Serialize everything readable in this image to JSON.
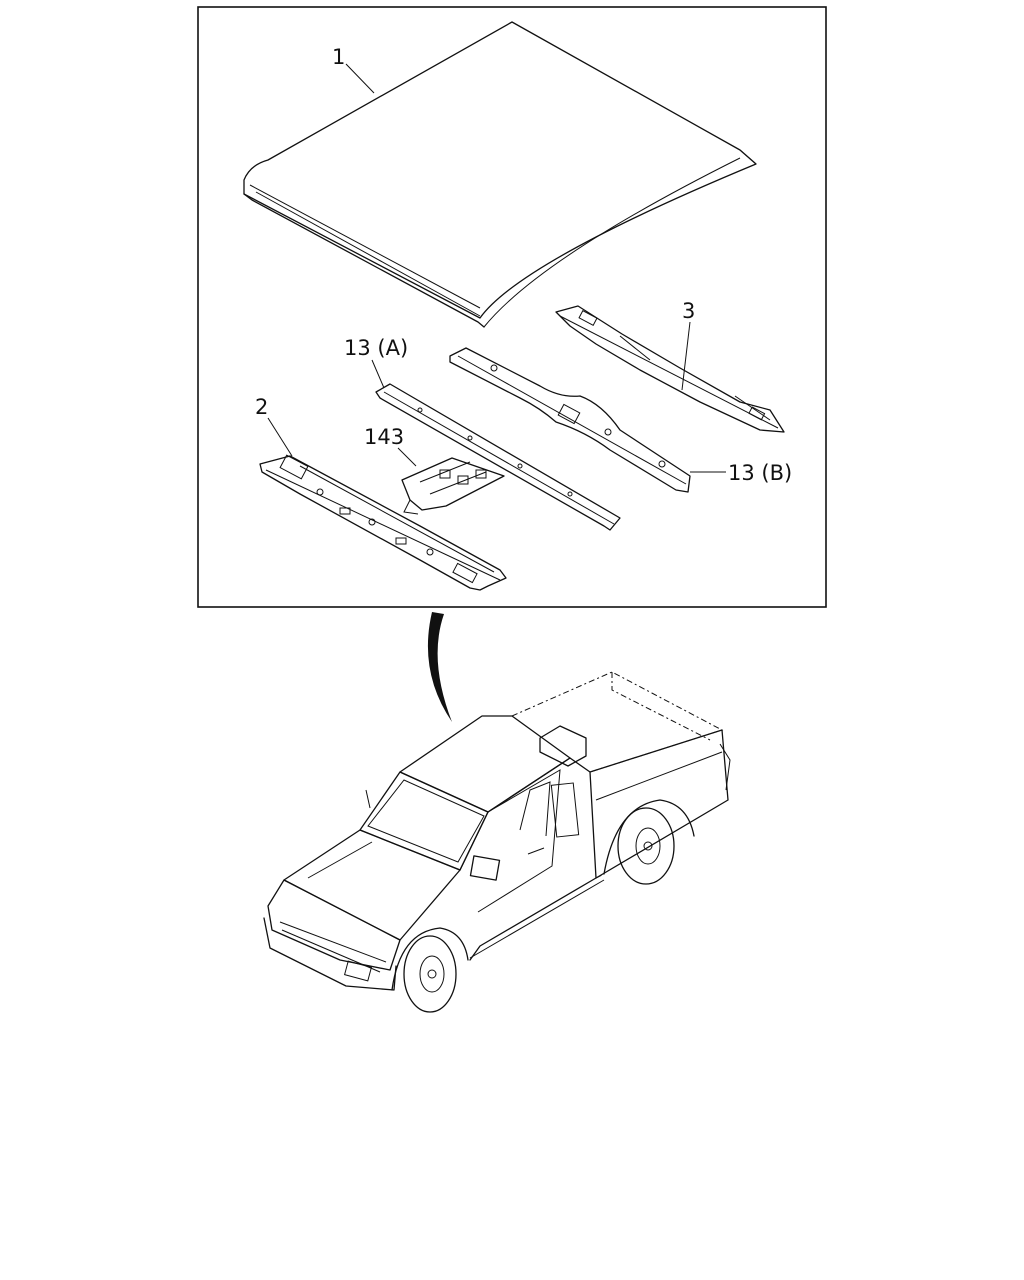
{
  "diagram": {
    "callouts": {
      "roof_panel": "1",
      "front_rail": "2",
      "rear_rail": "3",
      "bow_a": "13 (A)",
      "bow_b": "13 (B)",
      "bracket": "143"
    }
  }
}
